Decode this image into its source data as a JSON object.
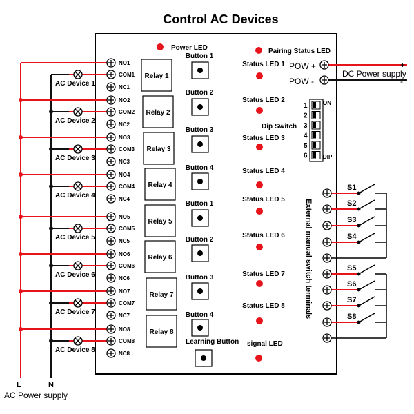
{
  "title": "Control AC Devices",
  "power_led_label": "Power LED",
  "pairing_led_label": "Pairing Status LED",
  "pow_plus_label": "POW +",
  "pow_minus_label": "POW -",
  "dc_supply_label": "DC Power supply",
  "plus_sign": "+",
  "minus_sign": "-",
  "dip_switch_label": "Dip Switch",
  "dip_on_label": "ON",
  "dip_dip_label": "DIP",
  "dip_numbers": [
    "1",
    "2",
    "3",
    "4",
    "5",
    "6"
  ],
  "external_label": "External manual switch terminals",
  "ac_supply_label": "AC Power supply",
  "line_l_label": "L",
  "line_n_label": "N",
  "learning_button_label": "Learning Button",
  "signal_led_label": "signal LED",
  "channels": [
    {
      "no": "NO1",
      "com": "COM1",
      "nc": "NC1",
      "device": "AC Device 1",
      "relay": "Relay 1",
      "button": "Button 1",
      "status": "Status LED 1"
    },
    {
      "no": "NO2",
      "com": "COM2",
      "nc": "NC2",
      "device": "AC Device 2",
      "relay": "Relay 2",
      "button": "Button 2",
      "status": "Status LED 2"
    },
    {
      "no": "NO3",
      "com": "COM3",
      "nc": "NC3",
      "device": "AC Device 3",
      "relay": "Relay 3",
      "button": "Button 3",
      "status": "Status LED 3"
    },
    {
      "no": "NO4",
      "com": "COM4",
      "nc": "NC4",
      "device": "AC Device 4",
      "relay": "Relay 4",
      "button": "Button 4",
      "status": "Status LED 4"
    },
    {
      "no": "NO5",
      "com": "COM5",
      "nc": "NC5",
      "device": "AC Device 5",
      "relay": "Relay 5",
      "button": "Button 1",
      "status": "Status LED 5"
    },
    {
      "no": "NO6",
      "com": "COM6",
      "nc": "NC6",
      "device": "AC Device 6",
      "relay": "Relay 6",
      "button": "Button 2",
      "status": "Status LED 6"
    },
    {
      "no": "NO7",
      "com": "COM7",
      "nc": "NC7",
      "device": "AC Device 7",
      "relay": "Relay 7",
      "button": "Button 3",
      "status": "Status LED 7"
    },
    {
      "no": "NO8",
      "com": "COM8",
      "nc": "NC8",
      "device": "AC Device 8",
      "relay": "Relay 8",
      "button": "Button 4",
      "status": "Status LED 8"
    }
  ],
  "switches": [
    "S1",
    "S2",
    "S3",
    "S4",
    "S5",
    "S6",
    "S7",
    "S8"
  ],
  "colors": {
    "wire_red": "#e8141b",
    "wire_black": "#111111",
    "led_red": "#e8141b"
  }
}
